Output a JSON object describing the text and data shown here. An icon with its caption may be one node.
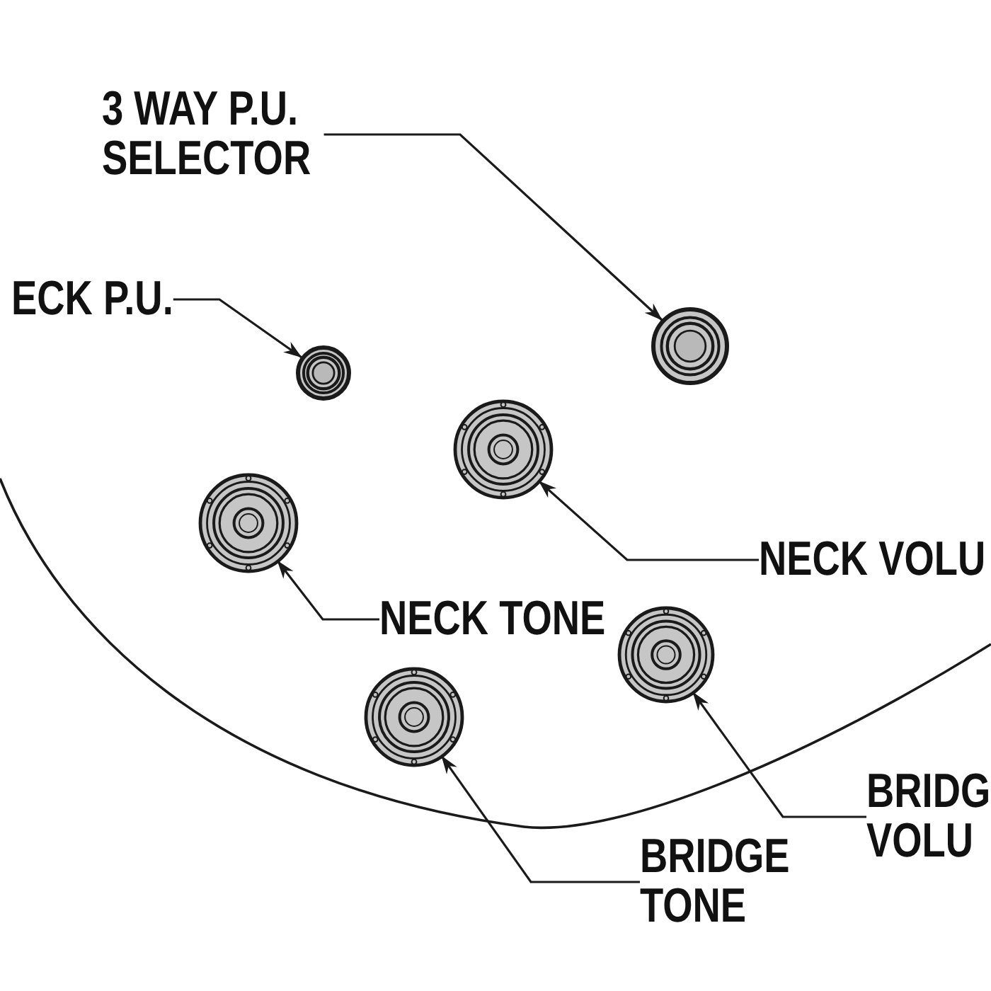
{
  "diagram": {
    "nodes": [
      {
        "text": [
          "3 WAY P.U. SELECTOR"
        ]
      },
      {
        "text": [
          "ECK P.U."
        ]
      },
      {
        "text": [],
        "shape": "circle"
      },
      {
        "text": [],
        "shape": "circle"
      },
      {
        "text": [],
        "shape": "circle"
      },
      {
        "text": [],
        "shape": "circle"
      },
      {
        "text": [
          "NECK VOLU"
        ]
      },
      {
        "text": [
          "NECK TONE"
        ]
      },
      {
        "text": [],
        "shape": "circle"
      },
      {
        "text": [],
        "shape": "circle"
      },
      {
        "text": [
          "BRIDG VOLU"
        ]
      },
      {
        "text": [
          "BRIDGE TONE"
        ]
      }
    ],
    "edges": [
      {
        "from": 0,
        "to": 2,
        "arrow": "to"
      },
      {
        "from": 1,
        "to": 3,
        "arrow": "to"
      },
      {
        "from": 6,
        "to": 4,
        "arrow": "to"
      },
      {
        "from": 7,
        "to": 5,
        "arrow": "to"
      },
      {
        "from": 10,
        "to": 8,
        "arrow": "to"
      },
      {
        "from": 11,
        "to": 9,
        "arrow": "to"
      }
    ]
  }
}
